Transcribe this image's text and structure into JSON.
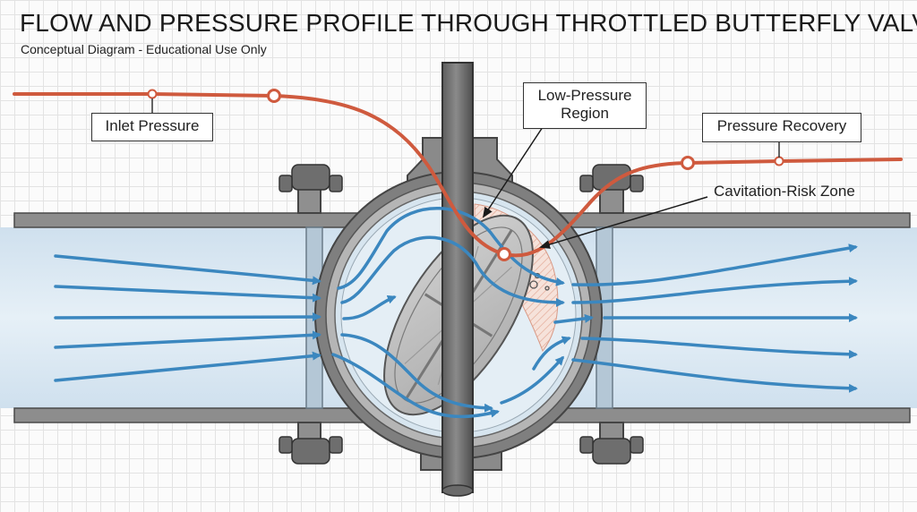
{
  "title": "FLOW AND PRESSURE PROFILE THROUGH THROTTLED BUTTERFLY VALVE",
  "subtitle": "Conceptual Diagram - Educational Use Only",
  "labels": {
    "inlet_pressure": "Inlet Pressure",
    "low_pressure_region": "Low-Pressure Region",
    "pressure_recovery": "Pressure Recovery",
    "cavitation_zone": "Cavitation-Risk Zone"
  },
  "colors": {
    "pressure_curve": "#cf5a3e",
    "flow_arrows": "#3b87bf",
    "pipe_fluid": "#dbe8f2",
    "pipe_body": "#8f8f8f",
    "background_grid": "#e3e3e3"
  },
  "icons": [
    "flow-arrow-icon",
    "bubble-icon",
    "bolt-icon"
  ]
}
